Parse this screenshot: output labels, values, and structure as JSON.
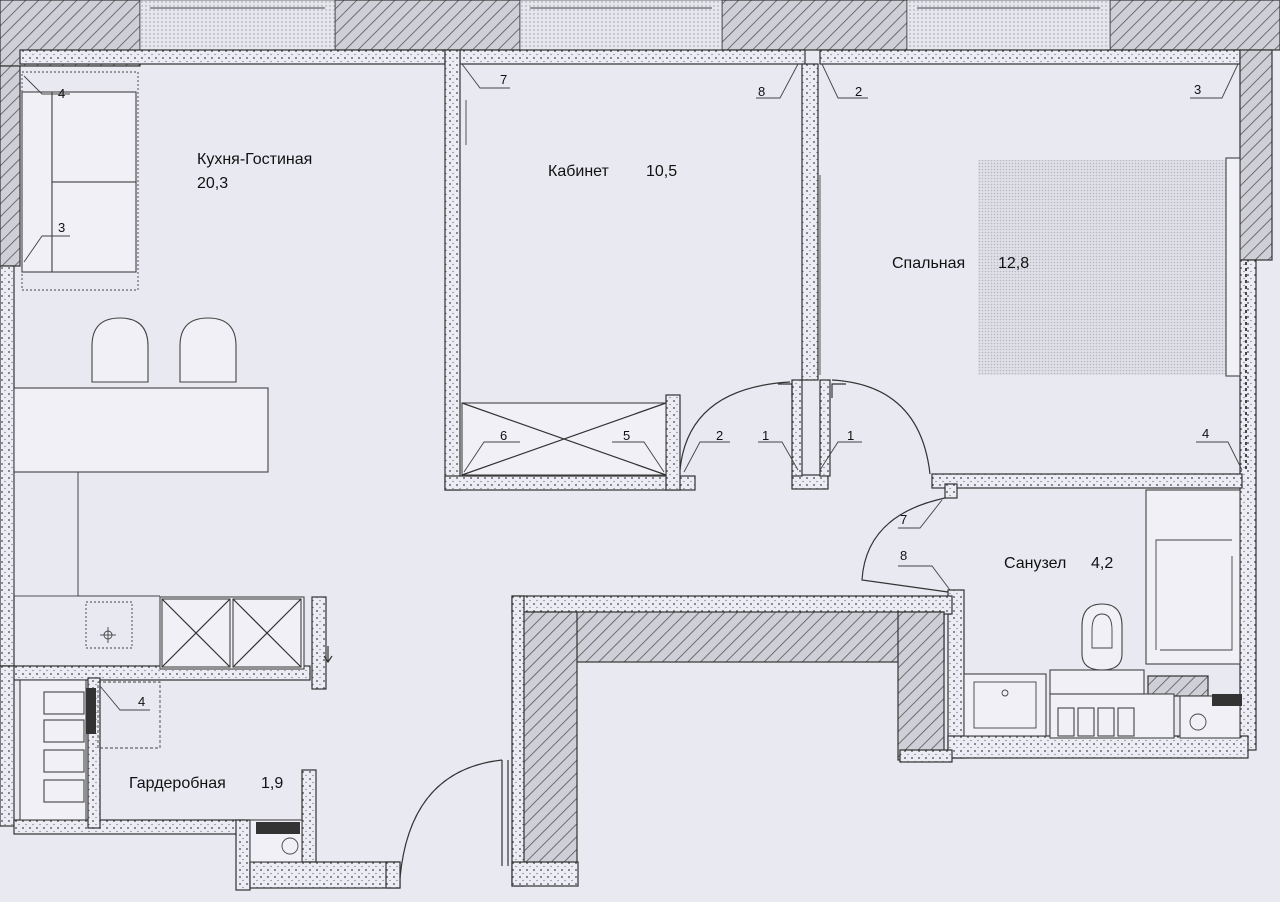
{
  "rooms": {
    "kitchen_name": "Кухня-Гостиная",
    "kitchen_area": "20,3",
    "study": "Кабинет",
    "study_area": "10,5",
    "bedroom": "Спальная",
    "bedroom_area": "12,8",
    "bathroom": "Санузел",
    "bathroom_area": "4,2",
    "wardrobe": "Гардеробная",
    "wardrobe_area": "1,9"
  },
  "markers": {
    "k_top": "4",
    "k_mid": "3",
    "study_tl": "7",
    "study_tr": "8",
    "study_bl": "6",
    "study_br": "5",
    "study_door": "2",
    "corr_left": "1",
    "corr_right": "1",
    "bed_tl": "2",
    "bed_tr": "3",
    "bed_br": "4",
    "bath_a": "7",
    "bath_b": "8",
    "wardrobe": "4"
  }
}
